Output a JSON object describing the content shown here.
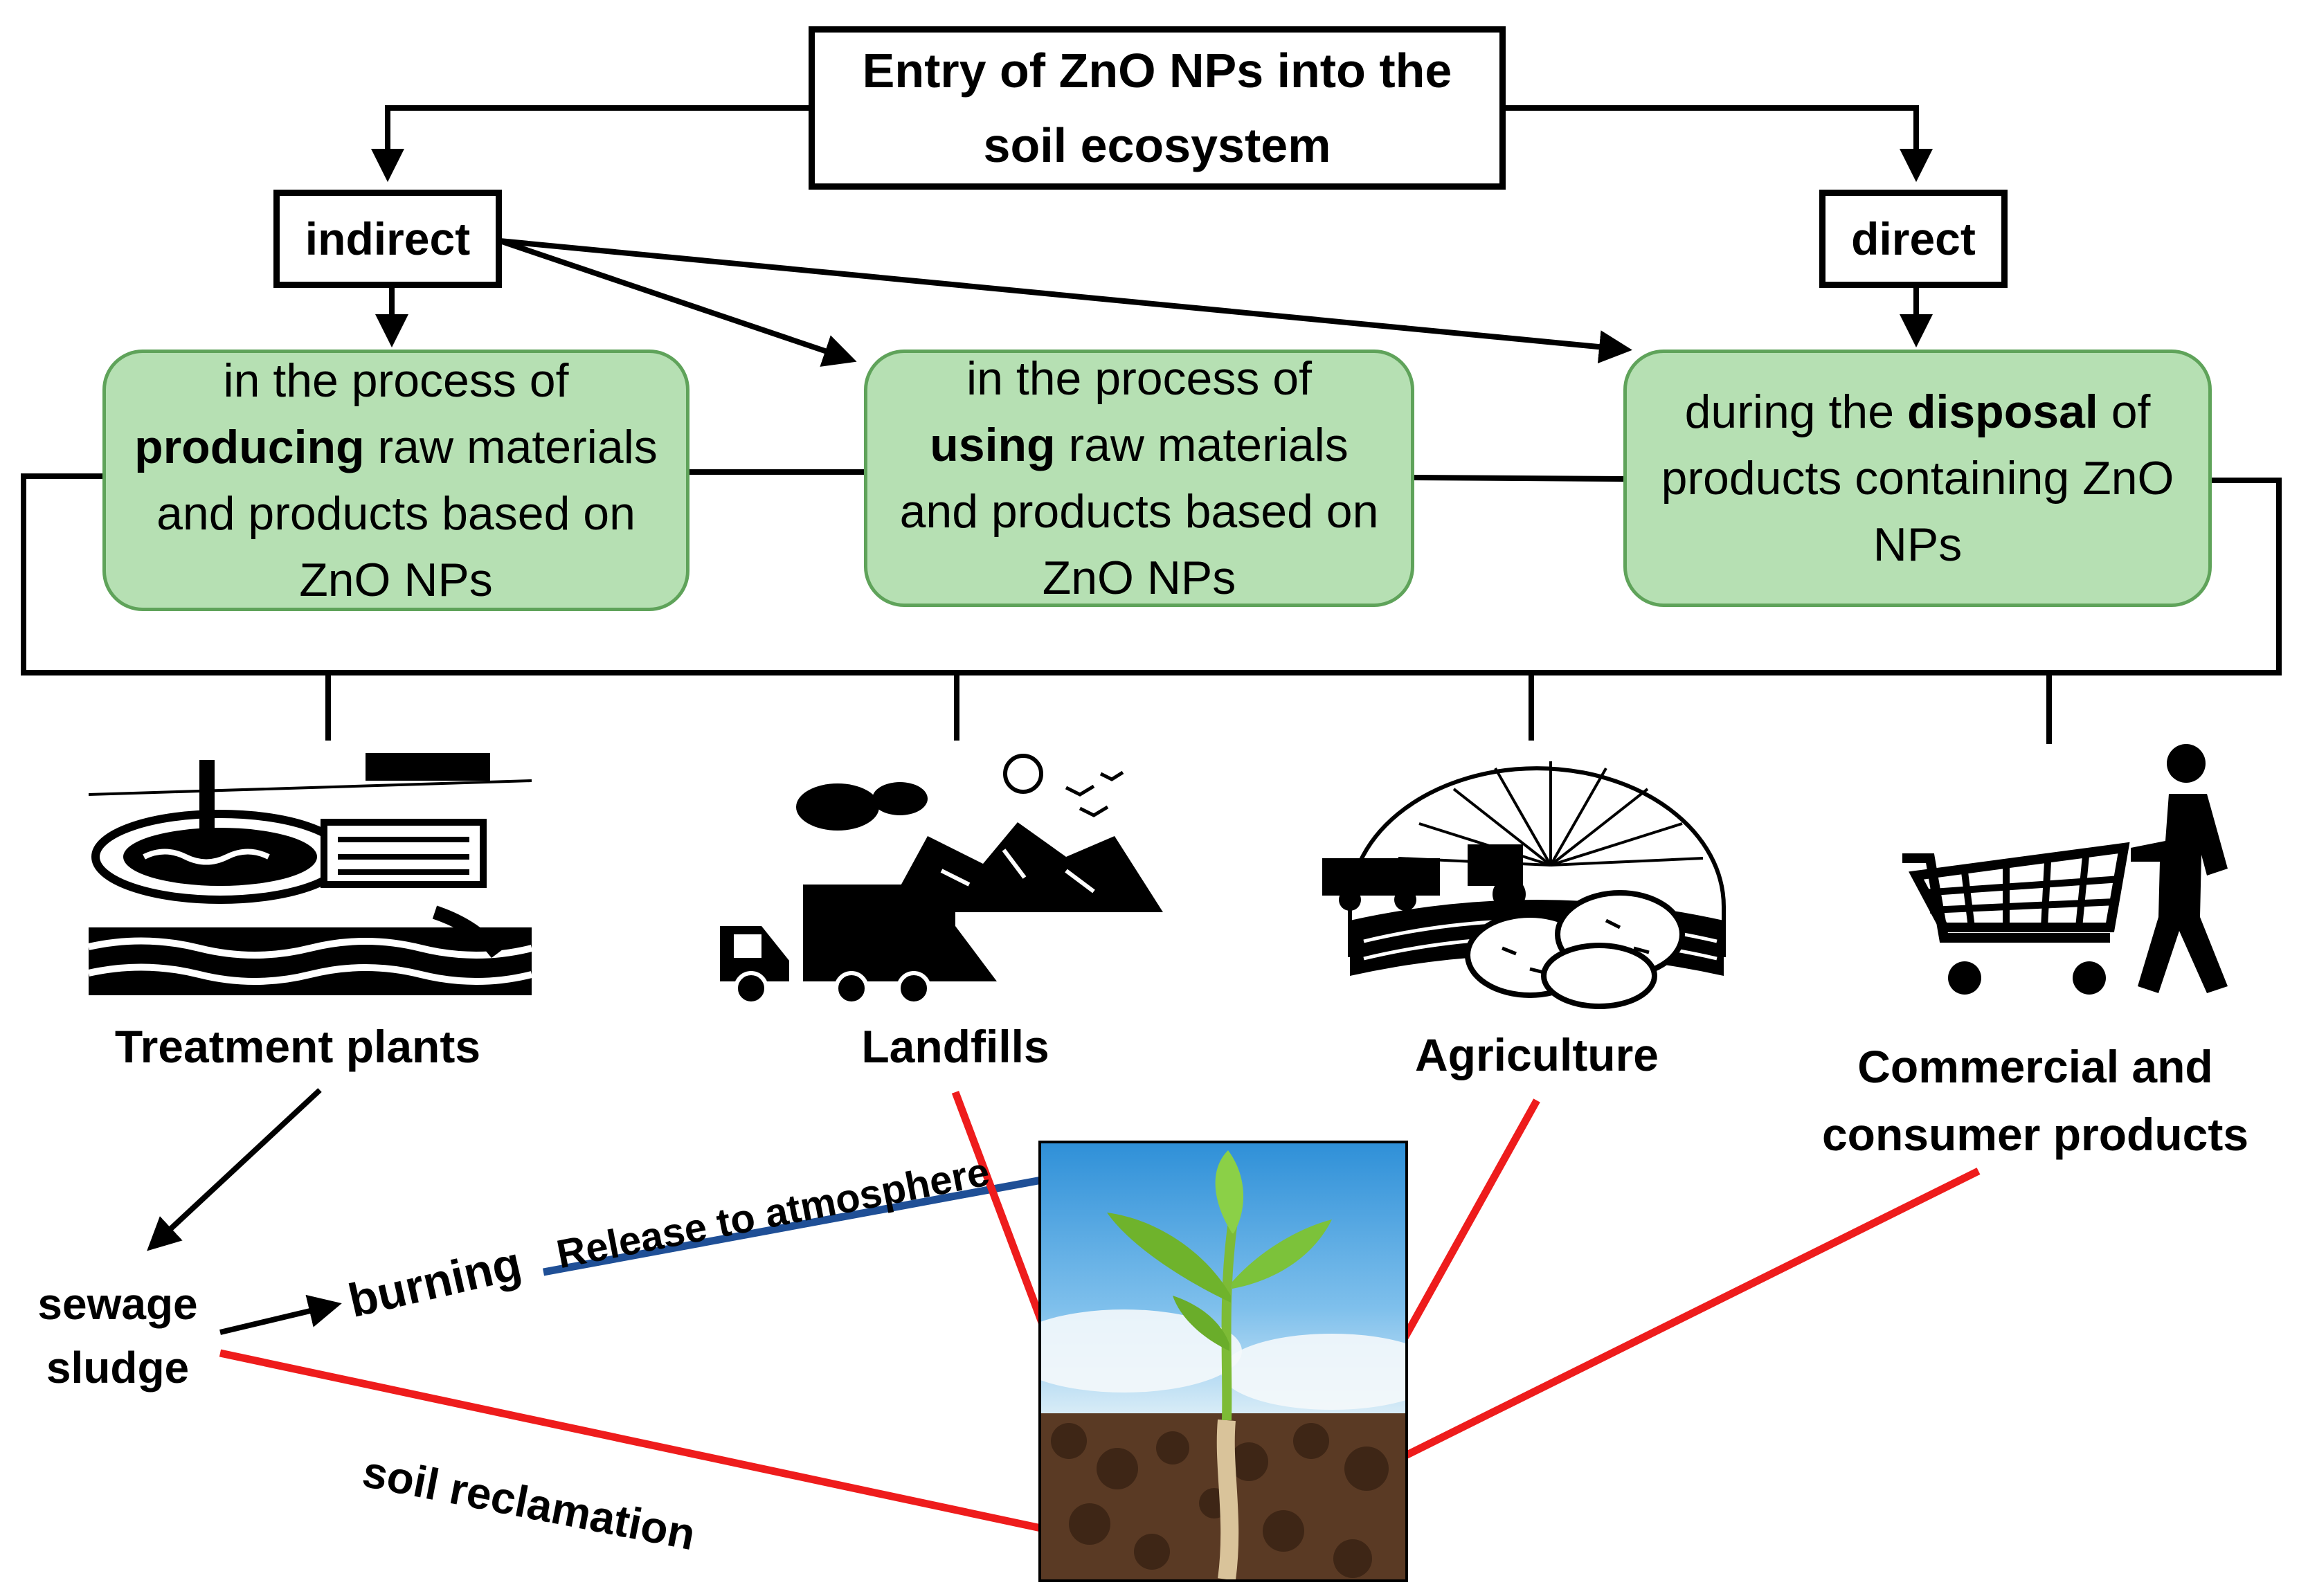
{
  "title": "Entry of ZnO NPs into the soil ecosystem",
  "branches": {
    "indirect": "indirect",
    "direct": "direct"
  },
  "processes": {
    "producing": {
      "pre": "in the process of",
      "bold": "producing",
      "post": "raw materials and products based on ZnO NPs"
    },
    "using": {
      "pre": "in the process of",
      "bold": "using",
      "post": "raw materials and products based on ZnO NPs"
    },
    "disposal": {
      "pre": "during the",
      "bold": "disposal",
      "post": "of products containing ZnO NPs"
    }
  },
  "sources": {
    "treatment_plants": "Treatment plants",
    "landfills": "Landfills",
    "agriculture": "Agriculture",
    "commercial_line1": "Commercial and",
    "commercial_line2": "consumer products"
  },
  "flow": {
    "sewage_line1": "sewage",
    "sewage_line2": "sludge",
    "burning": "burning",
    "release": "Release to atmosphere",
    "soil_reclamation": "soil reclamation"
  },
  "colors": {
    "green_fill": "#b6e0b3",
    "green_border": "#5fa35a",
    "red_arrow": "#ee1c1c",
    "blue_arrow": "#1f4f96"
  },
  "icons": [
    "treatment-plant-icon",
    "landfill-truck-icon",
    "agriculture-field-icon",
    "shopping-cart-person-icon",
    "plant-seedling-photo"
  ]
}
